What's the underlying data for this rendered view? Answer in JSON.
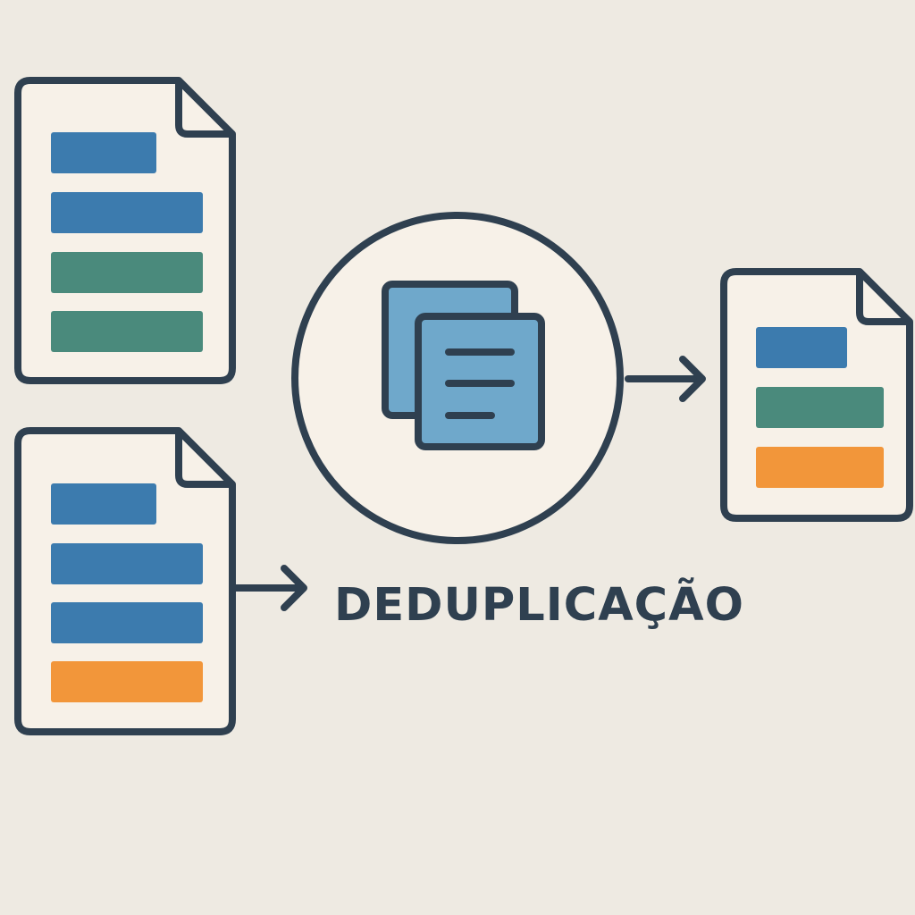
{
  "title": "DEDUPLICAÇÃO",
  "colors": {
    "background": "#EEEAE2",
    "paper": "#F7F1E8",
    "outline": "#2F4050",
    "blue": "#3C7BAE",
    "green": "#4A8A7C",
    "orange": "#F2963A",
    "icon_fill": "#6FA8CB"
  },
  "documents": [
    {
      "id": "input-document-1",
      "rows": [
        "blue",
        "blue",
        "green",
        "green"
      ]
    },
    {
      "id": "input-document-2",
      "rows": [
        "blue",
        "blue",
        "blue",
        "orange"
      ]
    },
    {
      "id": "output-document",
      "rows": [
        "blue",
        "green",
        "orange"
      ]
    }
  ],
  "process": {
    "icon": "copy-documents-icon"
  }
}
